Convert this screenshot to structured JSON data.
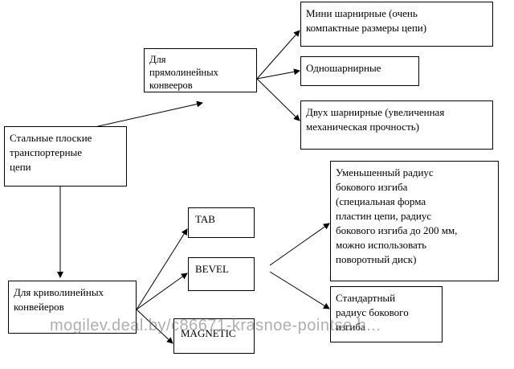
{
  "nodes": {
    "root": "Стальные плоские\nтранспортерные\nцепи",
    "straight": "Для\nпрямолинейных\nконвееров",
    "mini": "Мини  шарнирные (очень\nкомпактные размеры цепи)",
    "single": "Одношарнирные",
    "double": "Двух шарнирные (увеличенная\nмеханическая прочность)",
    "curved": "Для криволинейных\nконвейеров",
    "tab": "TAB",
    "bevel": "BEVEL",
    "magnetic": "MAGNETIC",
    "reduced": "Уменьшенный радиус\nбокового изгиба\n(специальная форма\nпластин цепи, радиус\nбокового изгиба до 200 мм,\nможно использовать\nповоротный диск)",
    "standard": "Стандартный\nрадиус бокового\nизгиба"
  },
  "watermark": "mogilev.deal.by/c86671-krasnoe-pointse.h..."
}
